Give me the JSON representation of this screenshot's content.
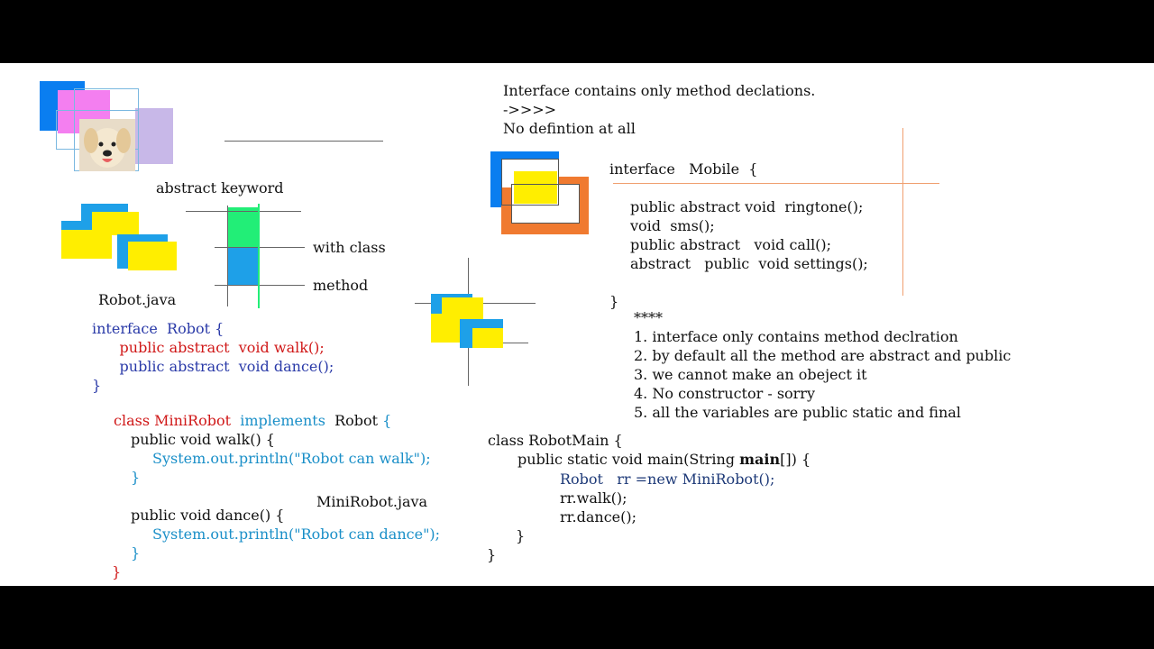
{
  "left": {
    "abstract_keyword": "abstract keyword",
    "with_class": "with class",
    "method": "method",
    "robot_java": "Robot.java",
    "minirobot_java": "MiniRobot.java",
    "robot_code": [
      "interface  Robot {",
      "      public abstract  void walk();",
      "      public abstract  void dance();",
      "}"
    ],
    "minirobot_code": {
      "class_kw": "class MiniRobot",
      "implements_kw": "  implements",
      "robot_name": "  Robot ",
      "open_brace": "{",
      "walk_sig": "public void walk() {",
      "walk_body": "System.out.println(\"Robot can walk\");",
      "walk_close": "}",
      "dance_sig": "public void dance() {",
      "dance_body": "System.out.println(\"Robot can dance\");",
      "dance_close": "}",
      "class_close": "}"
    }
  },
  "right": {
    "heading_lines": [
      "Interface contains only method declations.",
      "->>>>",
      "No defintion at all"
    ],
    "mobile_code": [
      "interface   Mobile  {",
      "public abstract void  ringtone();",
      "void  sms();",
      "public abstract   void call();",
      "abstract   public  void settings();",
      "}"
    ],
    "stars": "****",
    "rules": [
      "1. interface only contains method declration",
      "2. by default all the method are abstract and public",
      "3. we cannot make an obeject it",
      "4. No constructor - sorry",
      "5. all the variables are public static and final"
    ],
    "main_code": {
      "line1": "class RobotMain {",
      "line2_pre": "public static void main(String ",
      "line2_bold": "main",
      "line2_post": "[]) {",
      "line3": "Robot   rr =new MiniRobot();",
      "line4": "rr.walk();",
      "line5": "rr.dance();",
      "line6": "}",
      "line7": "}"
    }
  },
  "colors": {
    "blue": "#0a7ef0",
    "pink": "#f47ff0",
    "lavender": "#c8b8e8",
    "yellow": "#ffee00",
    "green": "#22ee77",
    "lightblue": "#1ea0e8",
    "orange": "#f07a30"
  }
}
